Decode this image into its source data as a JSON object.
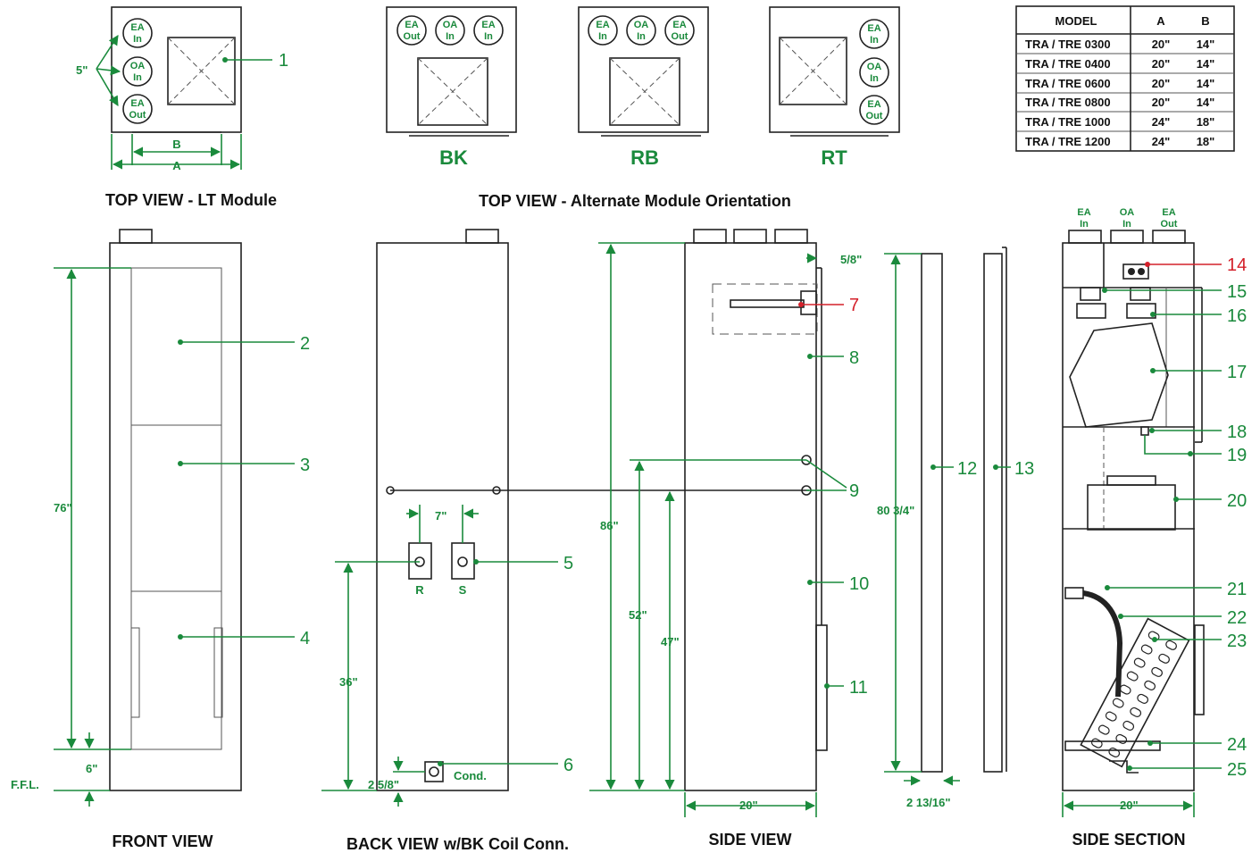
{
  "captions": {
    "top_lt": "TOP VIEW - LT Module",
    "top_alt": "TOP VIEW - Alternate Module Orientation",
    "bk": "BK",
    "rb": "RB",
    "rt": "RT",
    "front": "FRONT VIEW",
    "back": "BACK VIEW",
    "back_sub": "w/BK Coil Conn.",
    "side": "SIDE VIEW",
    "section": "SIDE SECTION"
  },
  "circles": {
    "ea": "EA",
    "oa": "OA",
    "in": "In",
    "out": "Out"
  },
  "table": {
    "headers": [
      "MODEL",
      "A",
      "B"
    ],
    "rows": [
      [
        "TRA / TRE  0300",
        "20\"",
        "14\""
      ],
      [
        "TRA / TRE  0400",
        "20\"",
        "14\""
      ],
      [
        "TRA / TRE  0600",
        "20\"",
        "14\""
      ],
      [
        "TRA / TRE  0800",
        "20\"",
        "14\""
      ],
      [
        "TRA / TRE  1000",
        "24\"",
        "18\""
      ],
      [
        "TRA / TRE  1200",
        "24\"",
        "18\""
      ]
    ]
  },
  "dims": {
    "five": "5\"",
    "b": "B",
    "a": "A",
    "d76": "76\"",
    "d6": "6\"",
    "ffl": "F.F.L.",
    "d7": "7\"",
    "r": "R",
    "s": "S",
    "d36": "36\"",
    "d258": "2 5/8\"",
    "cond": "Cond.",
    "d86": "86\"",
    "d52": "52\"",
    "d47": "47\"",
    "d20a": "20\"",
    "d58": "5/8\"",
    "d8034": "80 3/4\"",
    "d21316": "2 13/16\"",
    "d20b": "20\""
  },
  "callouts": [
    "1",
    "2",
    "3",
    "4",
    "5",
    "6",
    "7",
    "8",
    "9",
    "10",
    "11",
    "12",
    "13",
    "14",
    "15",
    "16",
    "17",
    "18",
    "19",
    "20",
    "21",
    "22",
    "23",
    "24",
    "25"
  ],
  "colors": {
    "accent": "#1a8a3c",
    "highlight": "#d4202a",
    "line": "#222222"
  }
}
